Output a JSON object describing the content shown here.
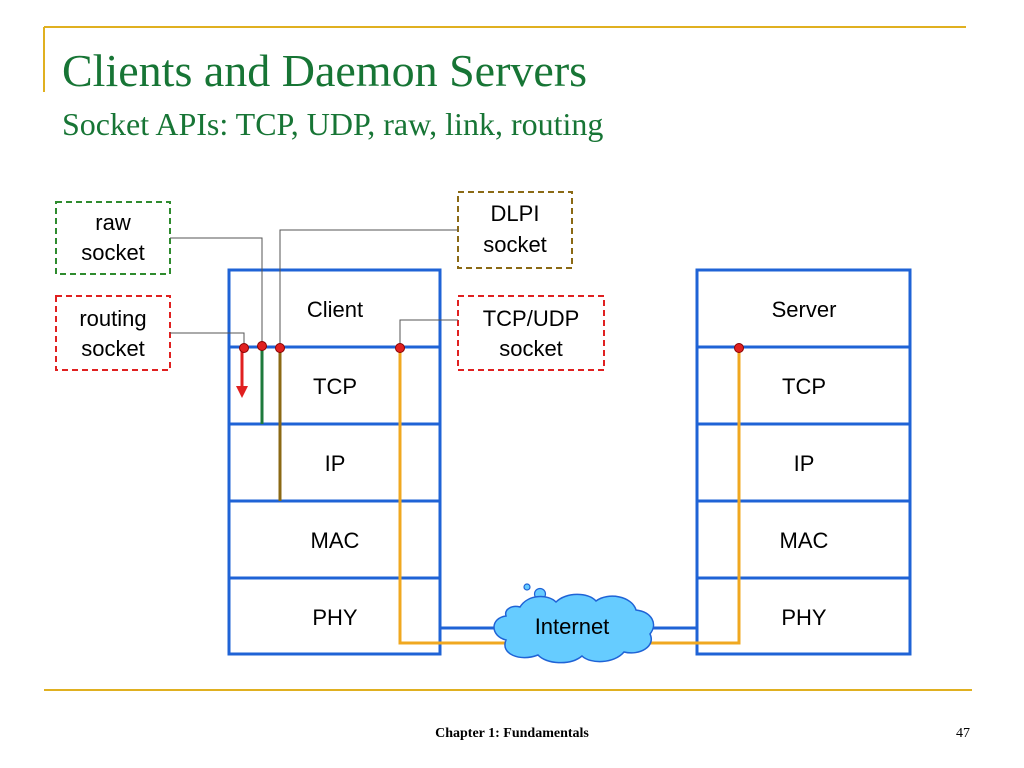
{
  "slide": {
    "title": "Clients and Daemon Servers",
    "subtitle": "Socket APIs: TCP, UDP, raw, link, routing",
    "footer": "Chapter 1: Fundamentals",
    "page_number": "47"
  },
  "diagram": {
    "client_stack": [
      "Client",
      "TCP",
      "IP",
      "MAC",
      "PHY"
    ],
    "server_stack": [
      "Server",
      "TCP",
      "IP",
      "MAC",
      "PHY"
    ],
    "cloud_label": "Internet",
    "sockets": {
      "raw": [
        "raw",
        "socket"
      ],
      "routing": [
        "routing",
        "socket"
      ],
      "dlpi": [
        "DLPI",
        "socket"
      ],
      "tcpudp": [
        "TCP/UDP",
        "socket"
      ]
    },
    "colors": {
      "title": "#177535",
      "rule": "#e0b020",
      "stack_border": "#1f63d6",
      "raw_path": "#1e7a3c",
      "dlpi_path": "#8b6914",
      "tcpudp_path": "#f0a820",
      "routing_arrow": "#e02020",
      "cloud_fill": "#66ccff"
    }
  }
}
